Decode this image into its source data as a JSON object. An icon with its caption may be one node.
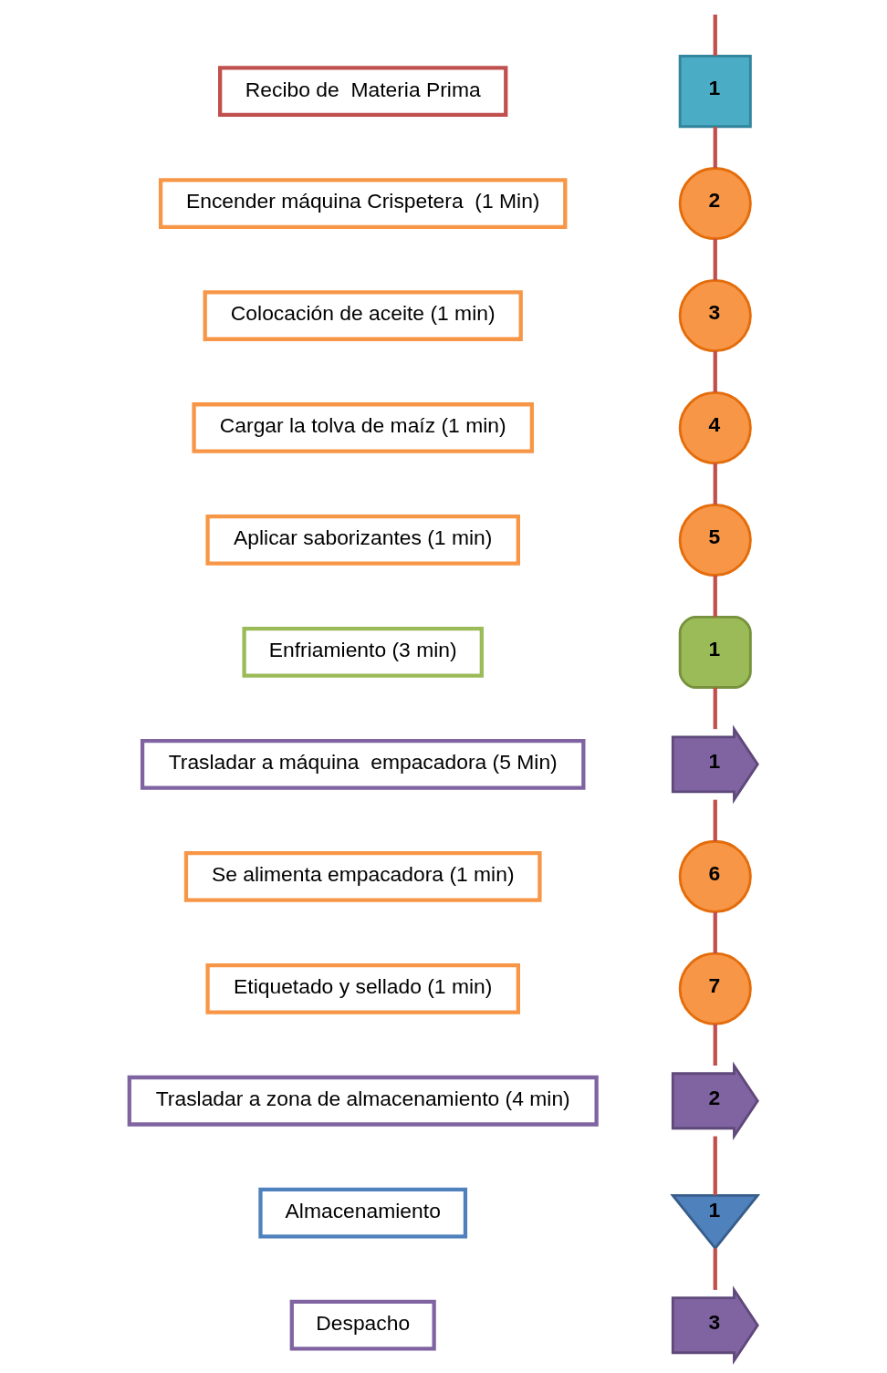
{
  "diagram": {
    "nodes": [
      {
        "text": [
          "1"
        ]
      },
      {
        "text": [
          "Recibo de  Materia Prima"
        ]
      },
      {
        "text": [
          "2"
        ]
      },
      {
        "text": [
          "Encender máquina Crispetera  (1 Min)"
        ]
      },
      {
        "text": [
          "3"
        ]
      },
      {
        "text": [
          "Colocación de aceite (1 min)"
        ]
      },
      {
        "text": [
          "4"
        ]
      },
      {
        "text": [
          "Cargar la tolva de maíz (1 min)"
        ]
      },
      {
        "text": [
          "5"
        ]
      },
      {
        "text": [
          "Aplicar saborizantes (1 min)"
        ]
      },
      {
        "text": [
          "1"
        ]
      },
      {
        "text": [
          "Enfriamiento (3 min)"
        ]
      },
      {
        "text": [
          "1"
        ]
      },
      {
        "text": [
          "Trasladar a máquina  empacadora (5 Min)"
        ]
      },
      {
        "text": [
          "6"
        ]
      },
      {
        "text": [
          "Se alimenta empacadora (1 min)"
        ]
      },
      {
        "text": [
          "7"
        ]
      },
      {
        "text": [
          "Etiquetado y sellado (1 min)"
        ]
      },
      {
        "text": [
          "2"
        ]
      },
      {
        "text": [
          "Trasladar a zona de almacenamiento (4 min)"
        ]
      },
      {
        "text": [
          "1"
        ]
      },
      {
        "text": [
          "Almacenamiento"
        ]
      },
      {
        "text": [
          "3"
        ]
      },
      {
        "text": [
          "Despacho"
        ]
      }
    ],
    "edges": [
      {
        "from": null,
        "to": 0,
        "arrow": "none"
      },
      {
        "from": 0,
        "to": 2,
        "arrow": "none"
      },
      {
        "from": 2,
        "to": 4,
        "arrow": "none"
      },
      {
        "from": 4,
        "to": 6,
        "arrow": "none"
      },
      {
        "from": 6,
        "to": 8,
        "arrow": "none"
      },
      {
        "from": 8,
        "to": 10,
        "arrow": "none"
      },
      {
        "from": 10,
        "to": 12,
        "arrow": "none"
      },
      {
        "from": 12,
        "to": 14,
        "arrow": "none"
      },
      {
        "from": 14,
        "to": 16,
        "arrow": "none"
      },
      {
        "from": 16,
        "to": 18,
        "arrow": "none"
      },
      {
        "from": 18,
        "to": 20,
        "arrow": "none"
      },
      {
        "from": 20,
        "to": 22,
        "arrow": "none"
      }
    ]
  }
}
